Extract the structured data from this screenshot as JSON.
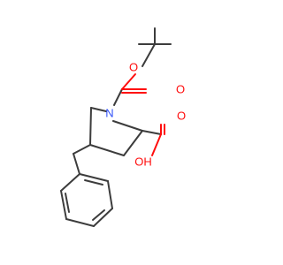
{
  "colors": {
    "bond": "#3c3c3c",
    "oxygen": "#ff0d0d",
    "nitrogen": "#3050f8",
    "background": "#ffffff"
  },
  "atoms": {
    "carbonyl_oxygen": "O",
    "ester_oxygen": "O",
    "nitrogen": "N",
    "acid_carbonyl_oxygen": "O",
    "hydroxyl": "OH"
  }
}
